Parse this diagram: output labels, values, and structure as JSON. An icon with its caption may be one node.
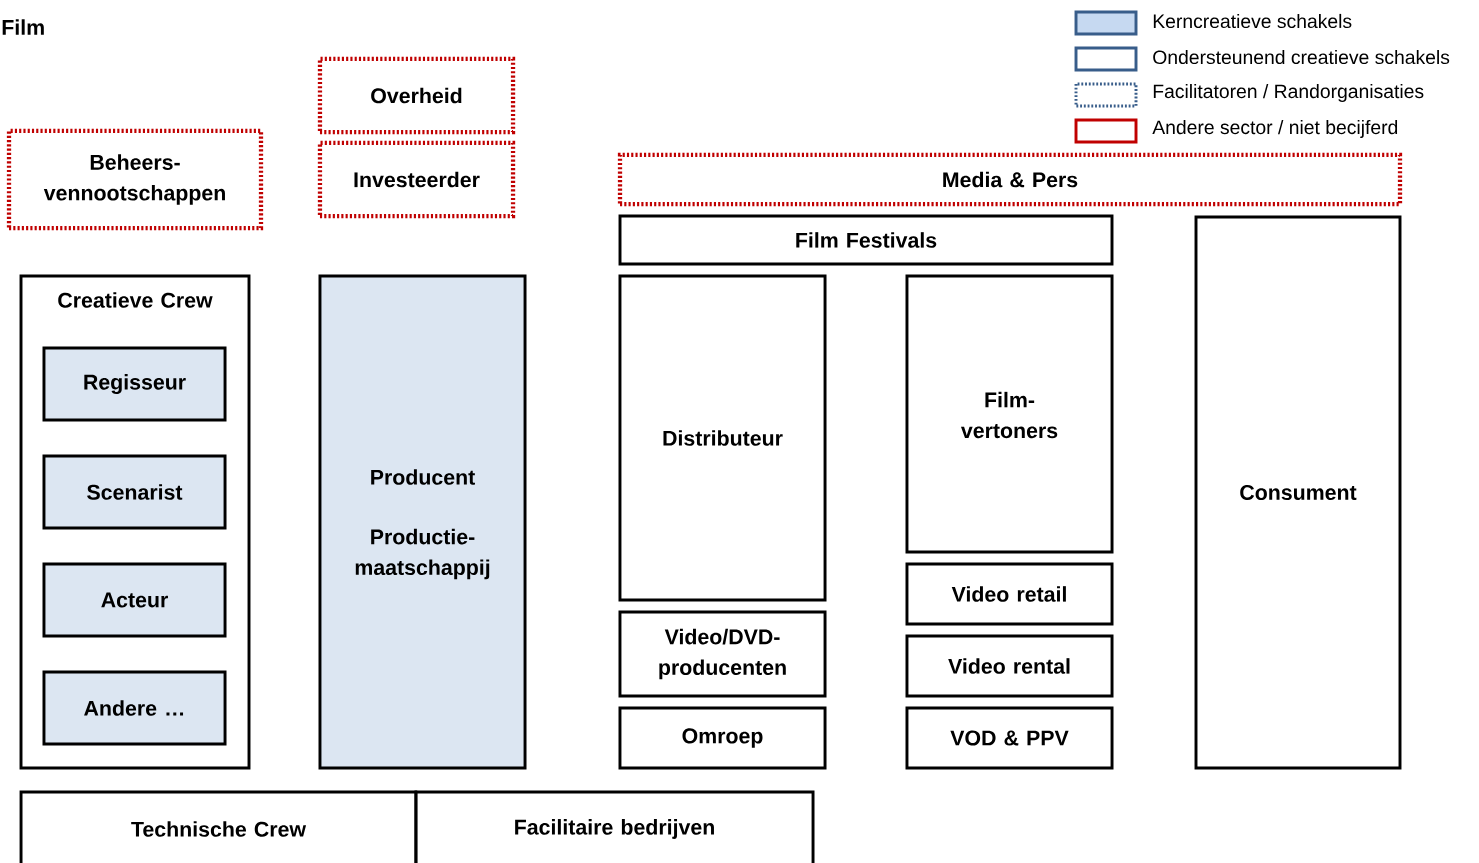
{
  "diagram": {
    "title": "Film",
    "nodes": [
      {
        "text": [
          "Beheers- vennootschappen"
        ]
      },
      {
        "text": [
          "Overheid"
        ]
      },
      {
        "text": [
          "Investeerder"
        ]
      },
      {
        "text": [
          "Media & Pers"
        ]
      },
      {
        "text": [
          "Film Festivals"
        ]
      },
      {
        "text": [
          "Creatieve Crew"
        ]
      },
      {
        "text": [
          "Regisseur"
        ],
        "in": 5
      },
      {
        "text": [
          "Scenarist"
        ],
        "in": 5
      },
      {
        "text": [
          "Acteur"
        ],
        "in": 5
      },
      {
        "text": [
          "Andere …"
        ],
        "in": 5
      },
      {
        "text": [
          "Producent",
          "Productie- maatschappij"
        ]
      },
      {
        "text": [
          "Distributeur"
        ]
      },
      {
        "text": [
          "Film- vertoners"
        ]
      },
      {
        "text": [
          "Consument"
        ]
      },
      {
        "text": [
          "Video/DVD- producenten"
        ]
      },
      {
        "text": [
          "Video retail"
        ]
      },
      {
        "text": [
          "Omroep"
        ]
      },
      {
        "text": [
          "Video rental"
        ]
      },
      {
        "text": [
          "VOD & PPV"
        ]
      },
      {
        "text": [
          "Technische Crew"
        ]
      },
      {
        "text": [
          "Facilitaire bedrijven"
        ]
      }
    ],
    "legend": [
      {
        "text": "Kerncreatieve schakels",
        "color": "#c6d9f1"
      },
      {
        "text": "Ondersteunend creatieve schakels"
      },
      {
        "text": "Facilitatoren /  Randorganisaties"
      },
      {
        "text": "Andere sector / niet becijferd"
      }
    ]
  }
}
